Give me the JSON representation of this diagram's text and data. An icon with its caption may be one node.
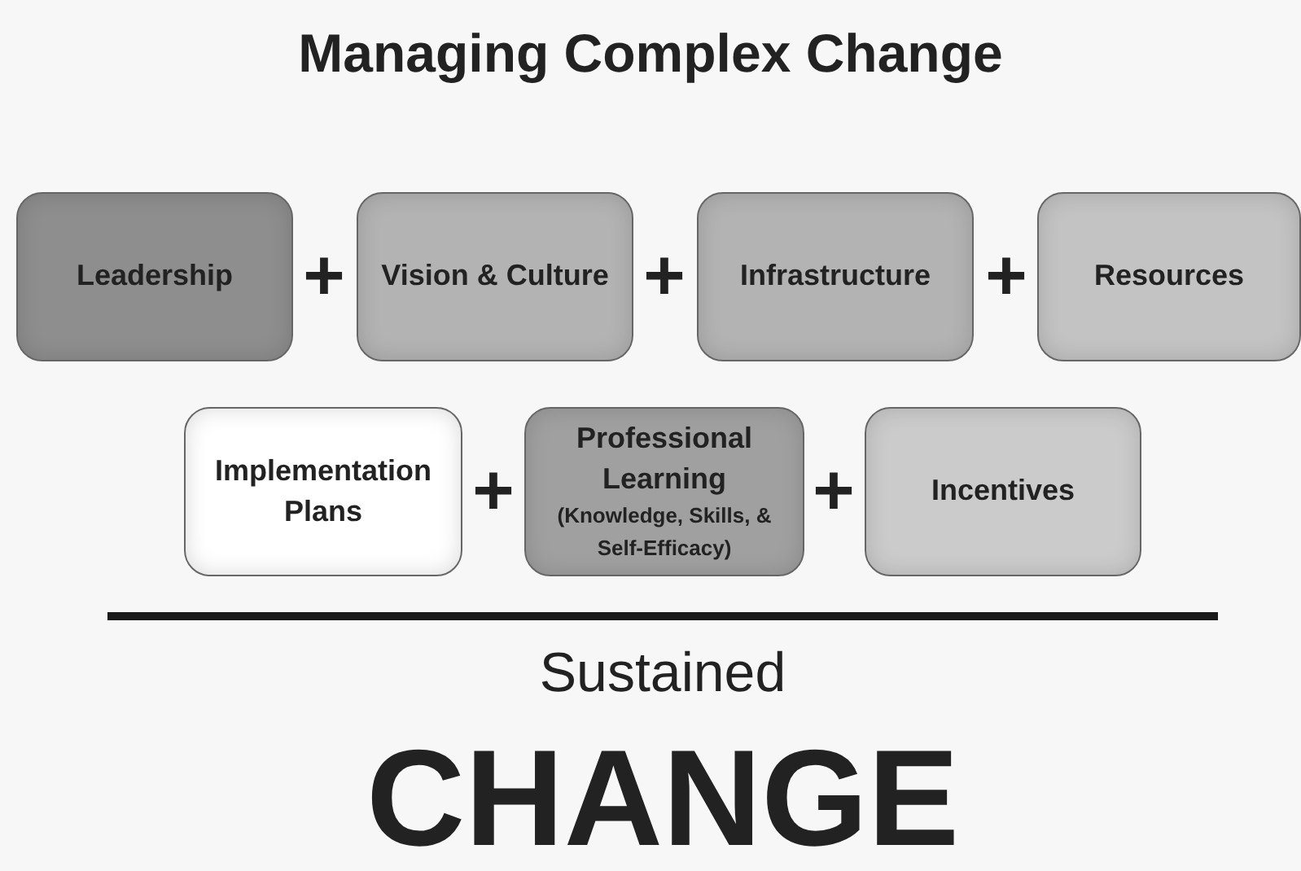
{
  "diagram": {
    "title": "Managing Complex Change",
    "nodes": [
      {
        "text": [
          "Leadership"
        ]
      },
      {
        "text": [
          "Vision & Culture"
        ]
      },
      {
        "text": [
          "Infrastructure"
        ]
      },
      {
        "text": [
          "Resources"
        ]
      },
      {
        "text": [
          "Implementation Plans"
        ]
      },
      {
        "text": [
          "Professional Learning",
          "(Knowledge, Skills, & Self-Efficacy)"
        ]
      },
      {
        "text": [
          "Incentives"
        ]
      }
    ],
    "labels": [
      "+",
      "+",
      "+",
      "+",
      "+",
      "Sustained",
      "CHANGE"
    ]
  }
}
